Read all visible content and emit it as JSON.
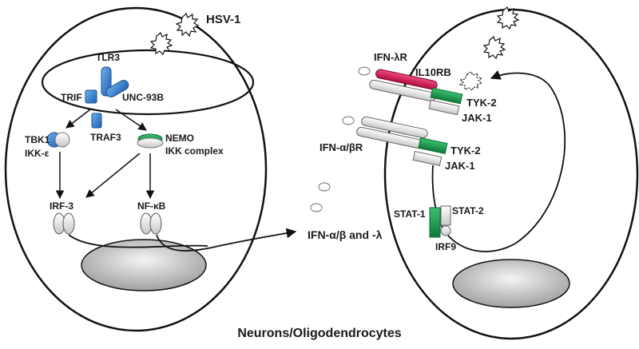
{
  "virus_label": "HSV-1",
  "left_cell": {
    "tlr3": "TLR3",
    "trif": "TRIF",
    "unc93b": "UNC-93B",
    "traf3": "TRAF3",
    "tbk1": "TBK1",
    "ikke": "IKK-ε",
    "nemo": "NEMO",
    "ikk_complex": "IKK complex",
    "irf3": "IRF-3",
    "nfkb": "NF-κB"
  },
  "secreted_label": "IFN-α/β and -λ",
  "right_cell": {
    "ifn_lambda_r": "IFN-λR",
    "il10rb": "IL10RB",
    "tyk2_top": "TYK-2",
    "jak1_top": "JAK-1",
    "ifn_ab_r": "IFN-α/βR",
    "tyk2_bottom": "TYK-2",
    "jak1_bottom": "JAK-1",
    "stat1": "STAT-1",
    "stat2": "STAT-2",
    "irf9": "IRF9"
  },
  "caption": "Neurons/Oligodendrocytes",
  "colors": {
    "blue": "#2e7bd6",
    "green": "#1a9a4e",
    "crimson": "#d3124f",
    "outline": "#111111"
  }
}
